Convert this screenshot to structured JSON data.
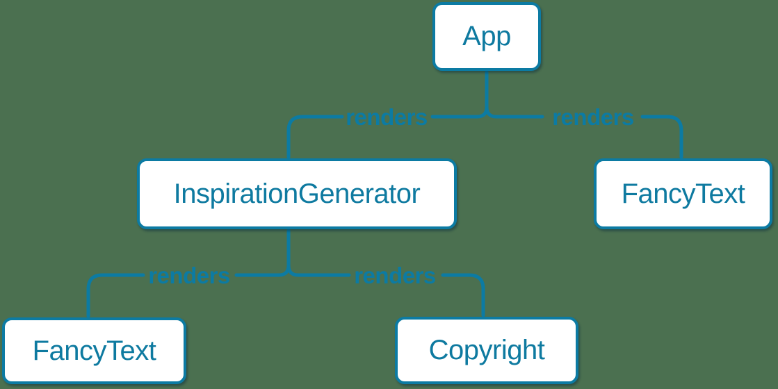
{
  "diagram": {
    "type": "render-tree",
    "background_color": "#4b7050",
    "accent_color": "#0c7ba3",
    "node_fill_color": "#ffffff",
    "nodes": [
      {
        "id": "app",
        "label": "App"
      },
      {
        "id": "inspiration-generator",
        "label": "InspirationGenerator"
      },
      {
        "id": "fancy-text-right",
        "label": "FancyText"
      },
      {
        "id": "fancy-text-left",
        "label": "FancyText"
      },
      {
        "id": "copyright",
        "label": "Copyright"
      }
    ],
    "edges": [
      {
        "from": "App",
        "to": "InspirationGenerator",
        "label": "renders"
      },
      {
        "from": "App",
        "to": "FancyText",
        "label": "renders"
      },
      {
        "from": "InspirationGenerator",
        "to": "FancyText",
        "label": "renders"
      },
      {
        "from": "InspirationGenerator",
        "to": "Copyright",
        "label": "renders"
      }
    ]
  }
}
